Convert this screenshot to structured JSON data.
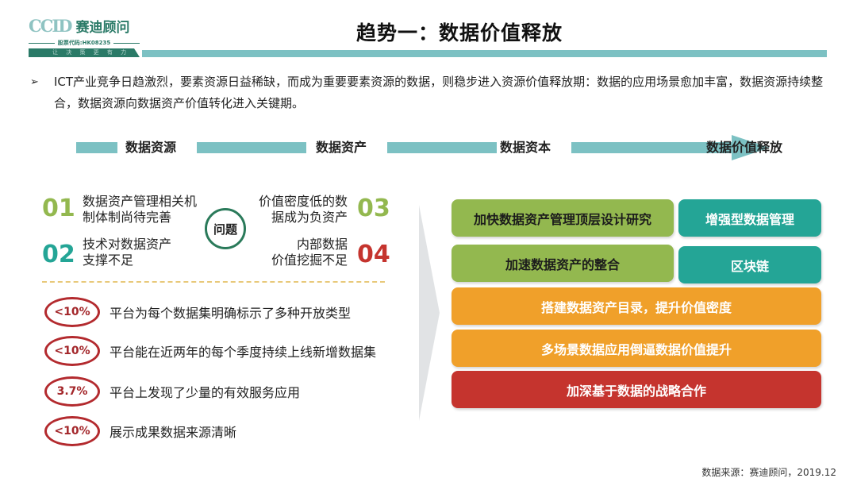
{
  "logo": {
    "brand_latin": "CCID",
    "brand_cn": "赛迪顾问",
    "stock_code": "股票代码:HK08235",
    "tagline": "让 决 策 更 有 力"
  },
  "header": {
    "title": "趋势一：数据价值释放",
    "accent_color": "#7cc1c3"
  },
  "intro": {
    "bullet_icon": "arrow-bullet-icon",
    "text": "ICT产业竞争日趋激烈，要素资源日益稀缺，而成为重要要素资源的数据，则稳步进入资源价值释放期：数据的应用场景愈加丰富，数据资源持续整合，数据资源向数据资产价值转化进入关键期。"
  },
  "flow": {
    "stages": [
      "数据资源",
      "数据资产",
      "数据资本",
      "数据价值释放"
    ]
  },
  "problems": {
    "center_label": "问题",
    "items": [
      {
        "num": "01",
        "text": "数据资产管理相关机制体制尚待完善",
        "color": "#93b84f"
      },
      {
        "num": "02",
        "text": "技术对数据资产支撑不足",
        "color": "#24a596"
      },
      {
        "num": "03",
        "text": "价值密度低的数据成为负资产",
        "color": "#93b84f"
      },
      {
        "num": "04",
        "text": "内部数据价值挖掘不足",
        "color": "#c5342e"
      }
    ],
    "lines": {
      "p1a": "数据资产管理相关机",
      "p1b": "制体制尚待完善",
      "p2a": "技术对数据资产",
      "p2b": "支撑不足",
      "p3a": "价值密度低的数",
      "p3b": "据成为负资产",
      "p4a": "内部数据",
      "p4b": "价值挖掘不足"
    }
  },
  "stats": [
    {
      "value": "<10%",
      "text": "平台为每个数据集明确标示了多种开放类型"
    },
    {
      "value": "<10%",
      "text": "平台能在近两年的每个季度持续上线新增数据集"
    },
    {
      "value": "3.7%",
      "text": "平台上发现了少量的有效服务应用"
    },
    {
      "value": "<10%",
      "text": "展示成果数据来源清晰"
    }
  ],
  "solutions": [
    {
      "label": "加快数据资产管理顶层设计研究",
      "color": "#93b84f"
    },
    {
      "label": "增强型数据管理",
      "color": "#24a596"
    },
    {
      "label": "加速数据资产的整合",
      "color": "#93b84f"
    },
    {
      "label": "区块链",
      "color": "#24a596"
    },
    {
      "label": "搭建数据资产目录，提升价值密度",
      "color": "#f0a02a"
    },
    {
      "label": "多场景数据应用倒逼数据价值提升",
      "color": "#f0a02a"
    },
    {
      "label": "加深基于数据的战略合作",
      "color": "#c5342e"
    }
  ],
  "footer": {
    "source": "数据来源：赛迪顾问，2019.12"
  }
}
